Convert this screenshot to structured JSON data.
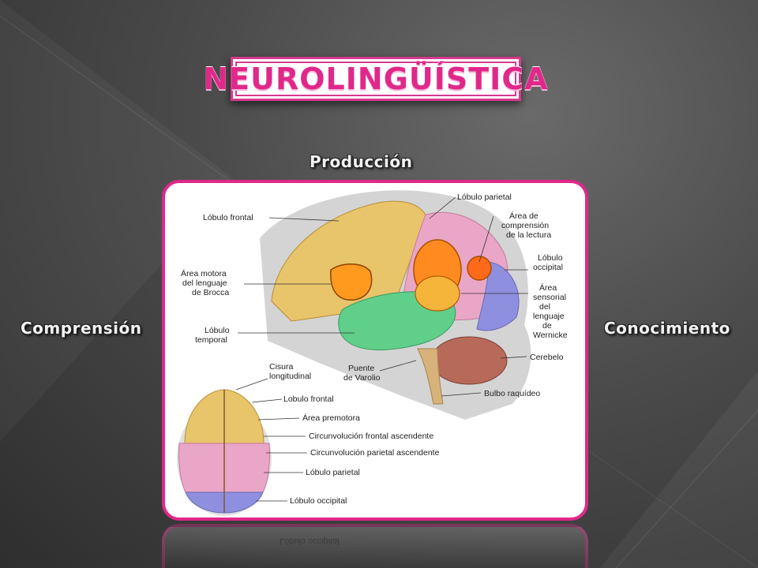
{
  "title": "NEUROLINGÜÍSTICA",
  "labels": {
    "top": "Producción",
    "left": "Comprensión",
    "right": "Conocimiento"
  },
  "diagram": {
    "lobulo_frontal": "Lóbulo frontal",
    "lobulo_parietal": "Lóbulo parietal",
    "area_comprension": [
      "Área de",
      "comprensión",
      "de la lectura"
    ],
    "area_motora": [
      "Área motora",
      "del lenguaje",
      "de Brocca"
    ],
    "lobulo_occipital": [
      "Lóbulo",
      "occipital"
    ],
    "area_sensorial": [
      "Área",
      "sensorial",
      "del",
      "lenguaje",
      "de",
      "Wernicke"
    ],
    "lobulo_temporal": [
      "Lóbulo",
      "temporal"
    ],
    "cerebelo": "Cerebelo",
    "puente": [
      "Puente",
      "de Varolio"
    ],
    "bulbo": "Bulbo raquídeo",
    "cisura": [
      "Cisura",
      "longitudinal"
    ],
    "top_frontal": "Lobulo frontal",
    "premotora": "Área premotora",
    "circ_frontal": "Circunvolución frontal ascendente",
    "circ_parietal": "Circunvolución parietal ascendente",
    "top_parietal": "Lóbulo parietal",
    "top_occipital": "Lóbulo occipital"
  },
  "colors": {
    "accent": "#e0288a",
    "frontal": "#e8c46a",
    "parietal": "#eaa6c6",
    "temporal": "#5fcf8a",
    "occipital": "#8f8fe0",
    "wernicke": "#ff8a1f",
    "cerebelo": "#b86a5a"
  }
}
